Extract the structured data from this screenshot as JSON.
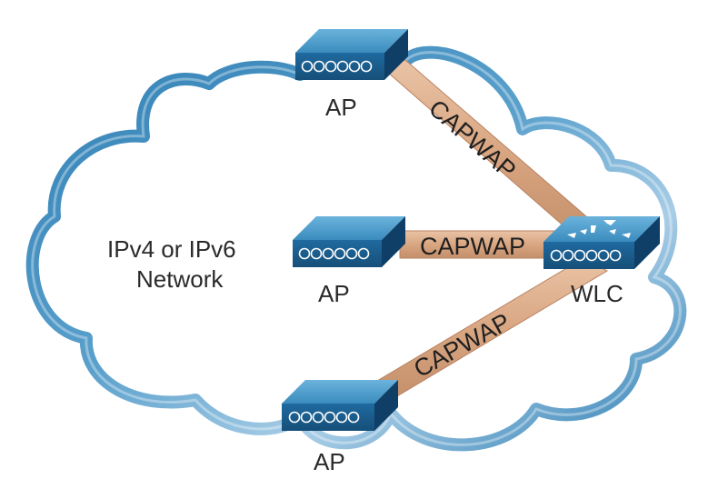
{
  "network": {
    "line1": "IPv4 or IPv6",
    "line2": "Network"
  },
  "devices": {
    "ap_top": {
      "label": "AP"
    },
    "ap_middle": {
      "label": "AP"
    },
    "ap_bottom": {
      "label": "AP"
    },
    "wlc": {
      "label": "WLC"
    }
  },
  "tunnels": {
    "top": "CAPWAP",
    "middle": "CAPWAP",
    "bottom": "CAPWAP"
  },
  "colors": {
    "cloud_dark": "#2f7fb4",
    "cloud_light": "#a8cde6",
    "device_top": "#4a9cc9",
    "device_front": "#1c5f8f",
    "device_side": "#0f3f66",
    "tunnel": "#d9a682"
  }
}
